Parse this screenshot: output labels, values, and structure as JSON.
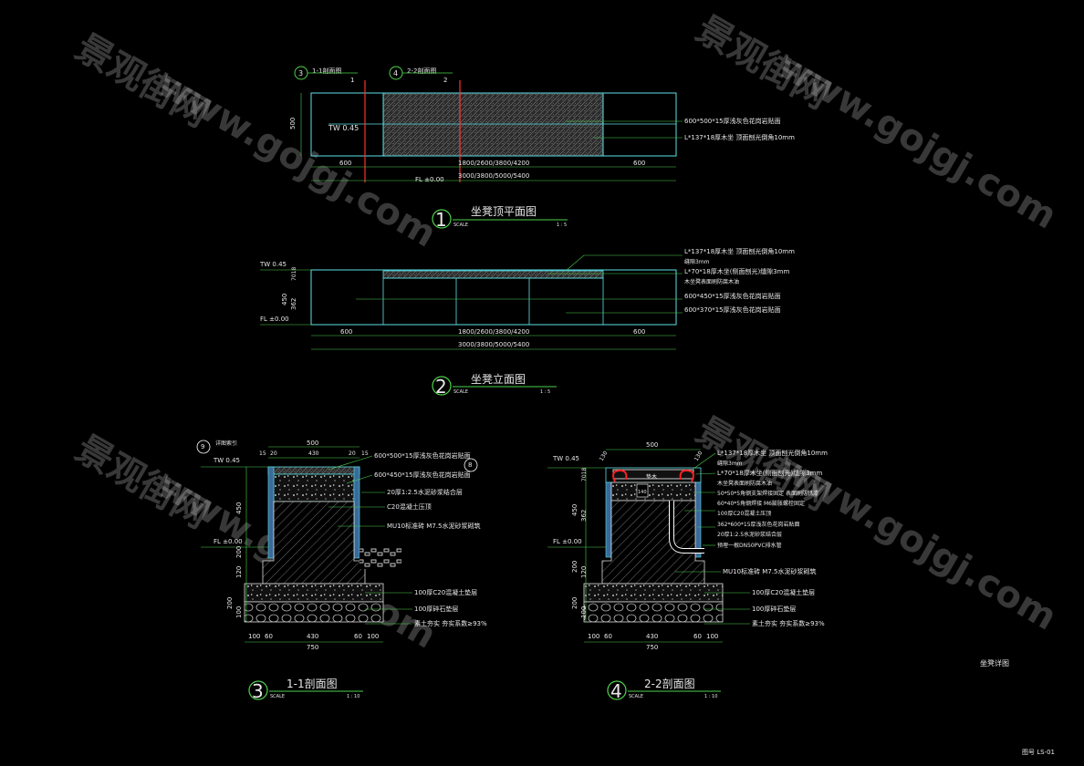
{
  "watermarks": {
    "text_cn": "景观街网",
    "text_url": "www.gojgj.com"
  },
  "plan_view": {
    "title": "坐凳顶平面图",
    "number": "1",
    "scale_label": "SCALE",
    "scale_value": "1 : 5",
    "tw_label": "TW 0.45",
    "fl_label": "FL ±0.00",
    "dim_height": "500",
    "dim_left": "600",
    "dim_middle": "1800/2600/3800/4200",
    "dim_right": "600",
    "dim_total": "3000/3800/5000/5400",
    "cut1_mark": "3",
    "cut1_label": "1-1剖面图",
    "cut2_mark": "4",
    "cut2_label": "2-2剖面图",
    "cut1_end": "1",
    "cut2_end": "2",
    "note1": "600*500*15厚浅灰色花岗岩贴面",
    "note2": "L*137*18厚木坐 顶面刨光倒角10mm"
  },
  "elevation_view": {
    "title": "坐凳立面图",
    "number": "2",
    "scale_label": "SCALE",
    "scale_value": "1 : 5",
    "tw_label": "TW 0.45",
    "fl_label": "FL ±0.00",
    "dim_a": "450",
    "dim_b": "362",
    "dim_c": "7018",
    "dim_left": "600",
    "dim_middle": "1800/2600/3800/4200",
    "dim_right": "600",
    "dim_total": "3000/3800/5000/5400",
    "note1": "L*137*18厚木坐 顶面刨光倒角10mm",
    "note1b": "缝隙3mm",
    "note2": "L*70*18厚木坐(侧面刨光)缝隙3mm",
    "note2b": "木坐凳表面刷防腐木油",
    "note3": "600*450*15厚浅灰色花岗岩贴面",
    "note4": "600*370*15厚浅灰色花岗岩贴面"
  },
  "section_1": {
    "title": "1-1剖面图",
    "number": "3",
    "scale_label": "SCALE",
    "scale_value": "1 : 10",
    "detail_left": "9",
    "detail_left_label": "详图索引",
    "detail_right": "8",
    "tw_label": "TW 0.45",
    "fl_label": "FL ±0.00",
    "dim_top": "500",
    "dim_top_parts": [
      "15",
      "20",
      "430",
      "20",
      "15"
    ],
    "dim_v": [
      "450",
      "200",
      "120",
      "200",
      "100"
    ],
    "dim_bottom_parts": [
      "100",
      "60",
      "430",
      "60",
      "100"
    ],
    "dim_bottom_total": "750",
    "notes": [
      "600*500*15厚浅灰色花岗岩贴面",
      "600*450*15厚浅灰色花岗岩贴面",
      "20厚1:2.5水泥砂浆结合层",
      "C20混凝土压顶",
      "MU10标准砖 M7.5水泥砂浆砌筑",
      "100厚C20混凝土垫层",
      "100厚碎石垫层",
      "素土夯实 夯实系数≥93%"
    ]
  },
  "section_2": {
    "title": "2-2剖面图",
    "number": "4",
    "scale_label": "SCALE",
    "scale_value": "1 : 10",
    "tw_label": "TW 0.45",
    "fl_label": "FL ±0.00",
    "dim_top": "500",
    "dim_top_side": "130",
    "dim_v": [
      "450",
      "362",
      "7018",
      "200",
      "120",
      "200",
      "100"
    ],
    "dim_bottom_parts": [
      "100",
      "60",
      "430",
      "60",
      "100"
    ],
    "dim_bottom_total": "750",
    "inner_label_a": "垫木",
    "inner_label_b": "140",
    "notes": [
      "L*137*18厚木坐 顶面刨光倒角10mm",
      "缝隙3mm",
      "L*70*18厚木坐(侧面刨光)缝隙3mm",
      "木坐凳表面刷防腐木油",
      "50*50*5角钢支架焊接固定 表面刷防锈漆",
      "60*40*5角钢焊接 M6膨胀螺栓固定",
      "100厚C20混凝土压顶",
      "362*600*15厚浅灰色花岗岩贴面",
      "20厚1:2.5水泥砂浆结合层",
      "预埋一根DN50PVC排水管",
      "MU10标准砖 M7.5水泥砂浆砌筑",
      "100厚C20混凝土垫层",
      "100厚碎石垫层",
      "素土夯实 夯实系数≥93%"
    ]
  },
  "footer": {
    "sheet_title": "坐凳详图",
    "sheet_code": "图号 LS-01"
  }
}
